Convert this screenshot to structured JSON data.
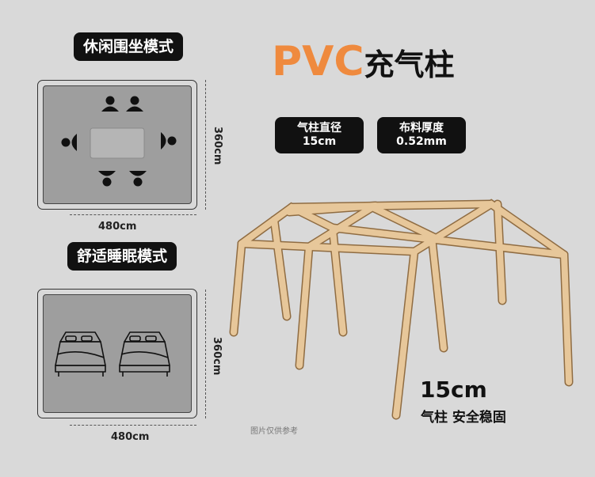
{
  "title": {
    "prefix": "PVC",
    "suffix": "充气柱"
  },
  "modes": [
    {
      "label": "休闲围坐模式",
      "width": "480cm",
      "depth": "360cm"
    },
    {
      "label": "舒适睡眠模式",
      "width": "480cm",
      "depth": "360cm"
    }
  ],
  "specs": [
    {
      "label": "气柱直径",
      "value": "15cm"
    },
    {
      "label": "布料厚度",
      "value": "0.52mm"
    }
  ],
  "highlight": {
    "size": "15cm",
    "caption": "气柱 安全稳固"
  },
  "note": "图片仅供参考",
  "colors": {
    "accent": "#ef8a3e",
    "pole": "#e7c79a",
    "pole_edge": "#9c7a4e",
    "plan_fill": "#9e9e9e"
  },
  "icons": [
    "person-icon",
    "bed-icon",
    "table-icon"
  ]
}
